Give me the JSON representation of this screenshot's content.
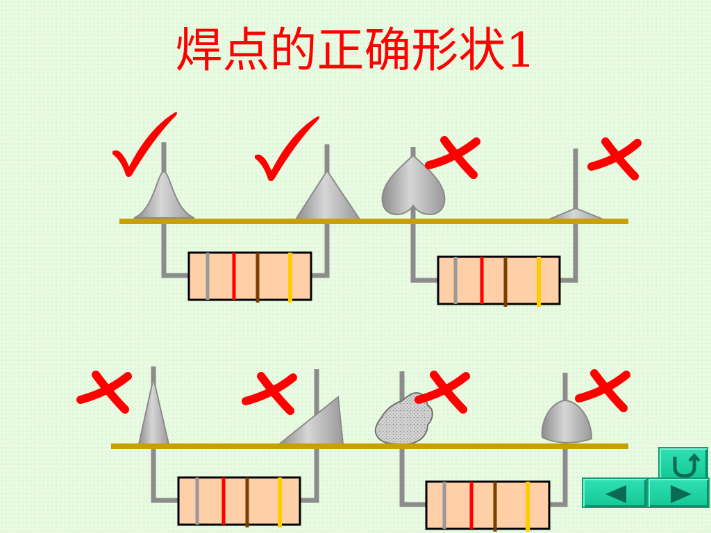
{
  "title": "焊点的正确形状1",
  "colors": {
    "accent": "#ff0000",
    "board": "#c8a000",
    "solder": "#b0b0b0",
    "lead": "#8c8c8c",
    "resistor_body": "#ffcfa8",
    "band_gray": "#999999",
    "band_red": "#ff0000",
    "band_brown": "#7a3e00",
    "band_gold": "#ffcc00",
    "nav_button": "#1fd3a2"
  },
  "joints": [
    {
      "shape": "bell-concave",
      "mark": "correct"
    },
    {
      "shape": "cone",
      "mark": "correct"
    },
    {
      "shape": "heart",
      "mark": "wrong"
    },
    {
      "shape": "flat-thin",
      "mark": "wrong"
    },
    {
      "shape": "spike",
      "mark": "wrong"
    },
    {
      "shape": "wedge",
      "mark": "wrong"
    },
    {
      "shape": "rough-porous",
      "mark": "wrong"
    },
    {
      "shape": "ball",
      "mark": "wrong"
    }
  ],
  "nav": {
    "return_icon": "u-turn-icon",
    "prev_icon": "triangle-left-icon",
    "next_icon": "triangle-right-icon"
  }
}
